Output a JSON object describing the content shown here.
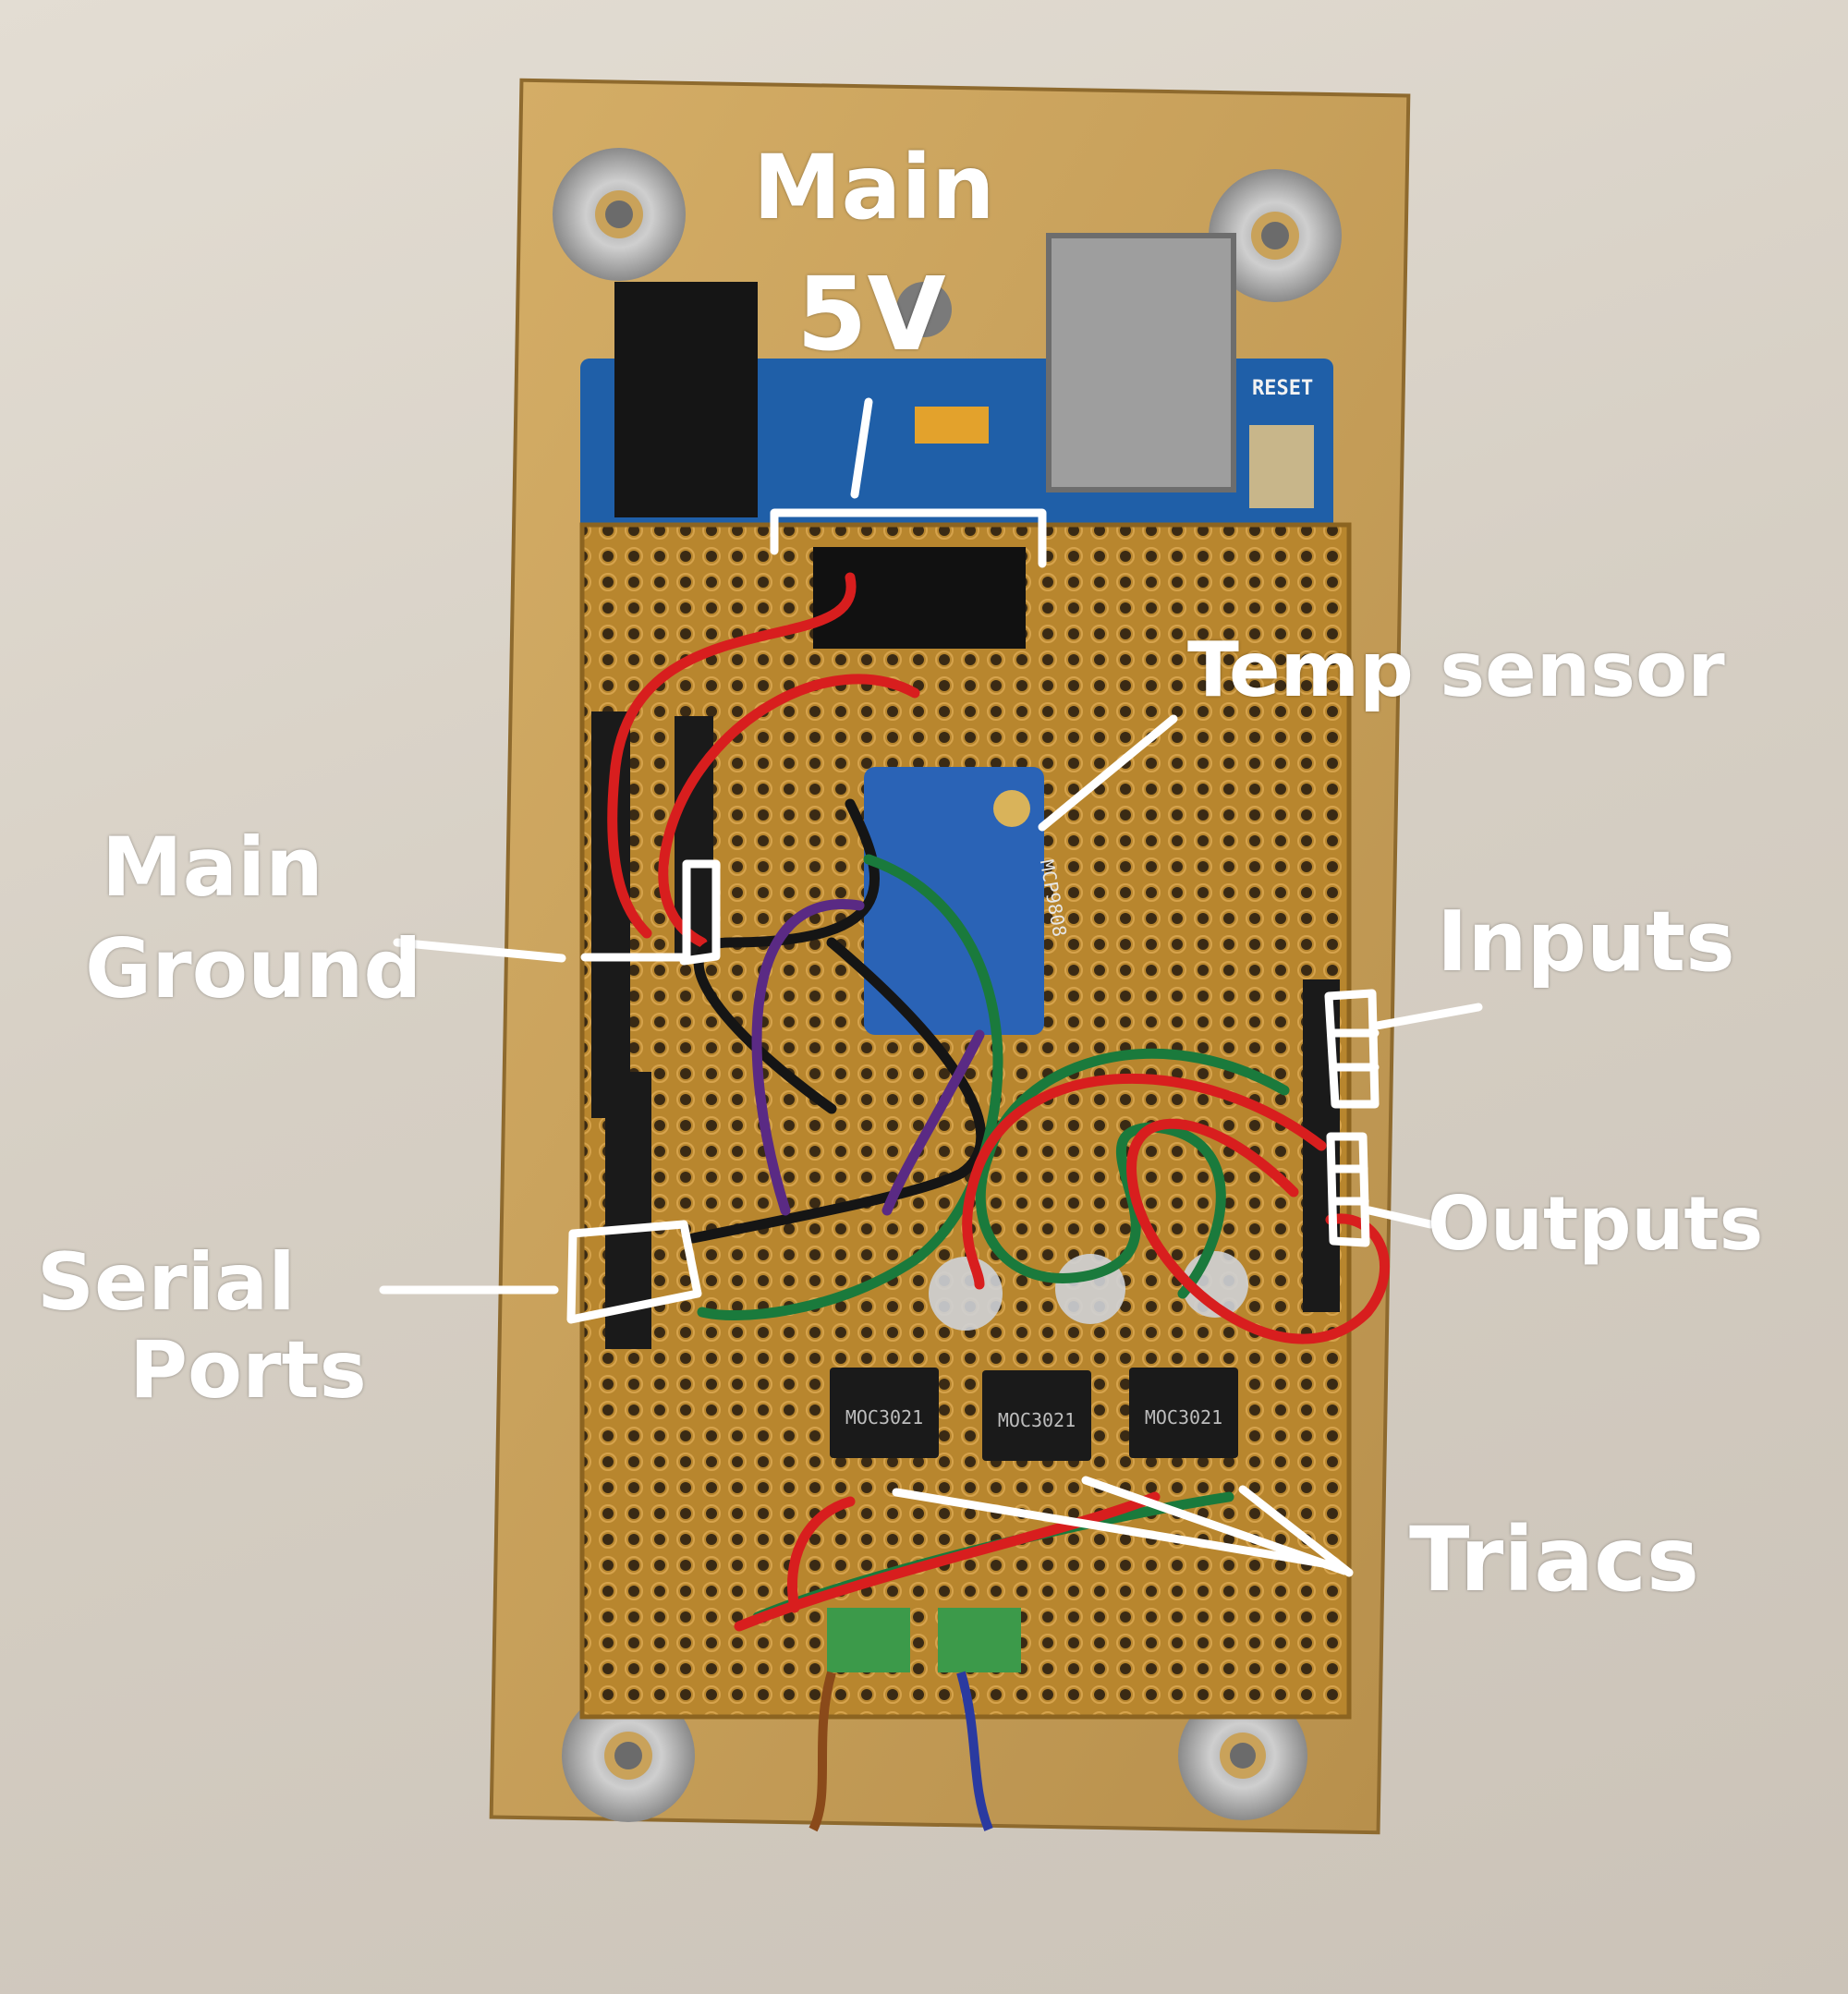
{
  "annotations": {
    "main_5v": [
      "Main",
      "5V"
    ],
    "temp_sensor": "Temp sensor",
    "main_ground": [
      "Main",
      "Ground"
    ],
    "inputs": "Inputs",
    "outputs": "Outputs",
    "serial_ports": [
      "Serial",
      "Ports"
    ],
    "triacs": "Triacs"
  },
  "board_markings": {
    "reset": "RESET",
    "sensor_chip": "MCP9808",
    "optocoupler_codes": [
      "MOC3021",
      "MOC3021",
      "MOC3021"
    ]
  },
  "colors": {
    "wall": "#d9d2c8",
    "wood_board": "#c9a25a",
    "perfboard": "#b8862e",
    "arduino": "#1f5fa8",
    "wire_red": "#d81e1e",
    "wire_green": "#1a7a3c",
    "wire_black": "#151515",
    "wire_purple": "#5a2a84",
    "annotation": "#ffffff"
  }
}
